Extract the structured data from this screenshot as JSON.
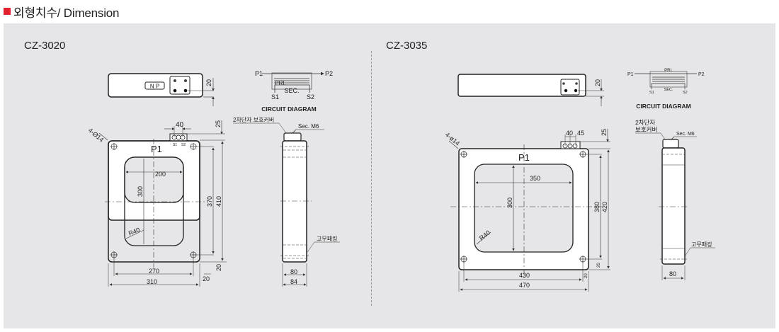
{
  "header": {
    "title": "외형치수/ Dimension",
    "accent_color": "#e5202e"
  },
  "panel": {
    "background": "#e6e6e8"
  },
  "models": [
    {
      "name": "CZ-3020",
      "top_view": {
        "nameplate": "N P",
        "dim_terminal_offset": "20"
      },
      "circuit_diagram": {
        "pri_label": "PRI.",
        "sec_label": "SEC.",
        "p1": "P1",
        "p2": "P2",
        "s1": "S1",
        "s2": "S2",
        "caption": "CIRCUIT DIAGRAM"
      },
      "front_view": {
        "hole_label": "4-Ø14",
        "center_label": "P1",
        "terminal_labels": [
          "S1",
          "S2"
        ],
        "window_width": "200",
        "window_height": "300",
        "corner_radius": "R40",
        "terminal_spacing": "40",
        "terminal_height": "25",
        "hole_pitch_v": "370",
        "outer_height": "410",
        "hole_pitch_h": "270",
        "outer_width": "310",
        "edge_offset_h": "20",
        "edge_offset_v": "20"
      },
      "side_view": {
        "cover_label": "2차단자 보호커버",
        "terminal_label": "Sec. M6",
        "gasket_label": "고무패킹",
        "inner_width": "80",
        "outer_width": "84"
      }
    },
    {
      "name": "CZ-3035",
      "top_view": {
        "dim_terminal_offset": "20"
      },
      "circuit_diagram": {
        "pri_label": "PRI.",
        "sec_label": "SEC.",
        "p1": "P1",
        "p2": "P2",
        "s1": "S1",
        "s2": "S2",
        "caption": "CIRCUIT DIAGRAM"
      },
      "front_view": {
        "hole_label": "4-ø14",
        "center_label": "P1",
        "window_width": "350",
        "window_height": "300",
        "corner_radius": "R40",
        "terminal_spacing_a": "40",
        "terminal_spacing_b": "45",
        "terminal_height": "25",
        "hole_pitch_v": "380",
        "outer_height": "420",
        "hole_pitch_h": "430",
        "outer_width": "470",
        "edge_offset_h": "20",
        "edge_offset_v": "20"
      },
      "side_view": {
        "cover_label_line1": "2차단자",
        "cover_label_line2": "보호커버",
        "terminal_label": "Sec. M6",
        "gasket_label": "고무패킹",
        "width": "80"
      }
    }
  ]
}
